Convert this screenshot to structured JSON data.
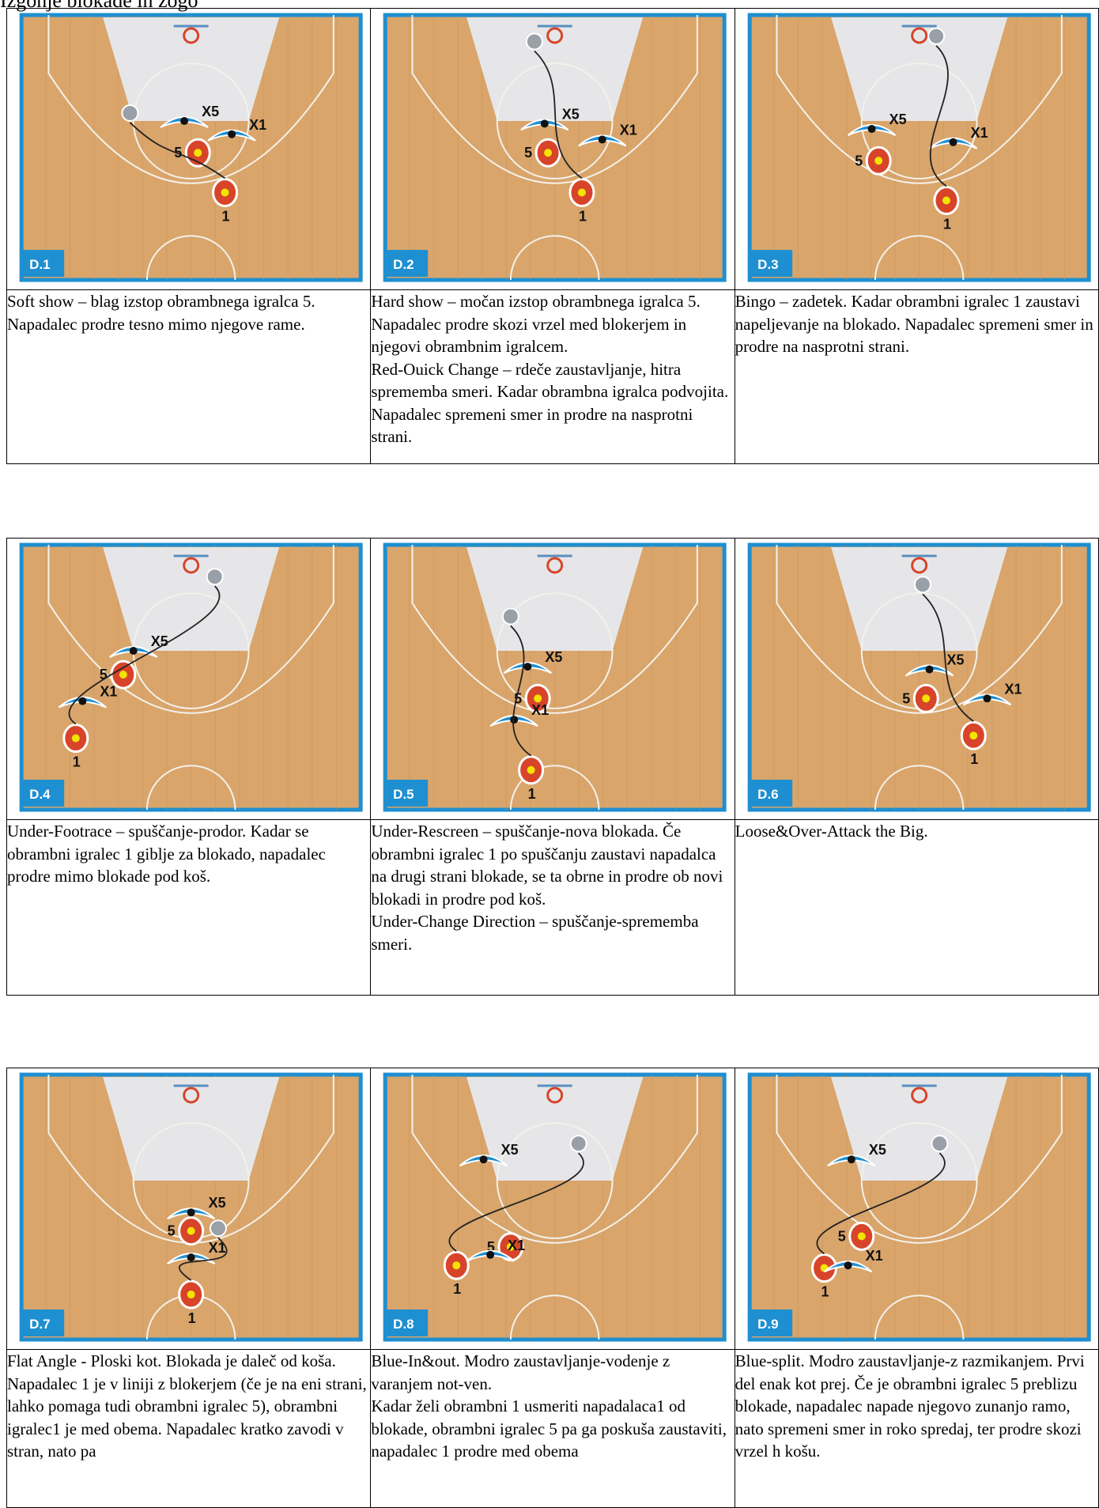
{
  "title": "Izgonje blokade in zogo",
  "tables": [
    {
      "cells": [
        {
          "badge": "D.1",
          "text": "Soft show – blag izstop obrambnega igralca 5. Napadalec prodre tesno mimo njegove rame."
        },
        {
          "badge": "D.2",
          "text": "Hard show – močan izstop obrambnega igralca 5. Napadalec prodre skozi vrzel med blokerjem in njegovi obrambnim igralcem.\nRed-Ouick Change – rdeče zaustavljanje, hitra sprememba smeri. Kadar obrambna igralca podvojita. Napadalec spremeni smer in prodre na nasprotni strani."
        },
        {
          "badge": "D.3",
          "text": "Bingo – zadetek. Kadar obrambni igralec 1 zaustavi napeljevanje na blokado. Napadalec spremeni smer in prodre na nasprotni strani."
        }
      ]
    },
    {
      "cells": [
        {
          "badge": "D.4",
          "text": "Under-Footrace – spuščanje-prodor. Kadar se obrambni igralec 1 giblje za blokado, napadalec prodre mimo blokade pod koš."
        },
        {
          "badge": "D.5",
          "text": "Under-Rescreen – spuščanje-nova blokada. Če obrambni igralec 1 po spuščanju zaustavi napadalca na drugi strani blokade, se ta obrne in prodre ob novi blokadi in prodre pod koš.\nUnder-Change Direction – spuščanje-sprememba smeri."
        },
        {
          "badge": "D.6",
          "text": "Loose&Over-Attack the Big."
        }
      ]
    },
    {
      "cells": [
        {
          "badge": "D.7",
          "text": "Flat Angle - Ploski kot. Blokada je daleč od koša. Napadalec 1 je v liniji z blokerjem (če je na eni strani, lahko pomaga tudi obrambni igralec 5), obrambni igralec1  je med obema. Napadalec kratko zavodi v stran, nato pa"
        },
        {
          "badge": "D.8",
          "text": "Blue-In&out. Modro zaustavljanje-vodenje z varanjem not-ven.\nKadar želi obrambni 1 usmeriti napadalaca1 od blokade, obrambni igralec 5 pa ga poskuša zaustaviti, napadalec 1 prodre med obema"
        },
        {
          "badge": "D.9",
          "text": "Blue-split. Modro zaustavljanje-z razmikanjem. Prvi del enak kot prej. Če je obrambni igralec 5 preblizu blokade, napadalec napade njegovo zunanjo ramo, nato spremeni smer in roko spredaj, ter prodre skozi vrzel h košu."
        }
      ]
    }
  ],
  "labels": {
    "x5": "X5",
    "x1": "X1",
    "p5": "5",
    "p1": "1"
  },
  "colors": {
    "court": "#d9a56b",
    "paint": "#e6e6e8",
    "border": "#1e8fd0",
    "badge": "#1e8fd0",
    "offense": "#d8442a",
    "defense": "#1e8fd0"
  }
}
